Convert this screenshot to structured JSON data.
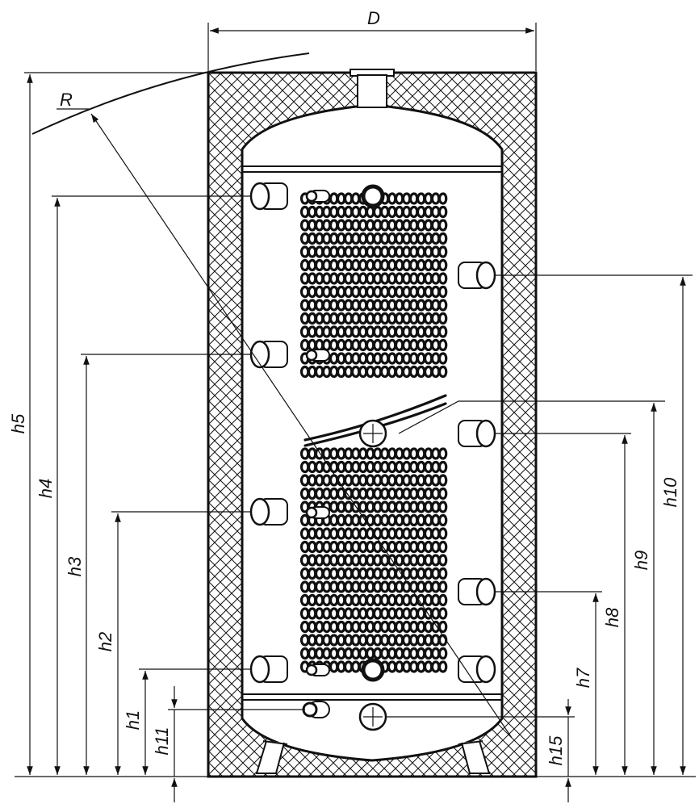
{
  "labels": {
    "D": "D",
    "R": "R",
    "h1": "h1",
    "h2": "h2",
    "h3": "h3",
    "h4": "h4",
    "h5": "h5",
    "h7": "h7",
    "h8": "h8",
    "h9": "h9",
    "h10": "h10",
    "h11": "h11",
    "h15": "h15"
  },
  "colors": {
    "line": "#111111",
    "background": "#ffffff"
  }
}
